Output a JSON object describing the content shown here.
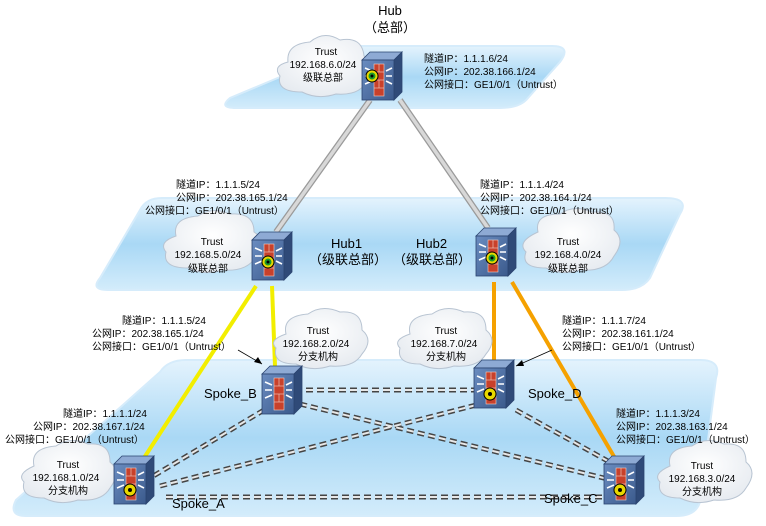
{
  "hub": {
    "name": "Hub",
    "role": "（总部）",
    "cloud": [
      "Trust",
      "192.168.6.0/24",
      "级联总部"
    ],
    "info": [
      "隧道IP：1.1.1.6/24",
      "公网IP：202.38.166.1/24",
      "公网接口：GE1/0/1（Untrust）"
    ]
  },
  "hub1": {
    "name": "Hub1",
    "role": "（级联总部）",
    "cloud": [
      "Trust",
      "192.168.5.0/24",
      "级联总部"
    ],
    "info": [
      "隧道IP：1.1.1.5/24",
      "公网IP：202.38.165.1/24",
      "公网接口：GE1/0/1（Untrust）"
    ]
  },
  "hub2": {
    "name": "Hub2",
    "role": "（级联总部）",
    "cloud": [
      "Trust",
      "192.168.4.0/24",
      "级联总部"
    ],
    "info": [
      "隧道IP：1.1.1.4/24",
      "公网IP：202.38.164.1/24",
      "公网接口：GE1/0/1（Untrust）"
    ]
  },
  "spoke_b": {
    "name": "Spoke_B",
    "cloud": [
      "Trust",
      "192.168.2.0/24",
      "分支机构"
    ],
    "info": [
      "隧道IP：1.1.1.5/24",
      "公网IP：202.38.165.1/24",
      "公网接口：GE1/0/1（Untrust）"
    ]
  },
  "spoke_d": {
    "name": "Spoke_D",
    "cloud": [
      "Trust",
      "192.168.7.0/24",
      "分支机构"
    ],
    "info": [
      "隧道IP：1.1.1.7/24",
      "公网IP：202.38.161.1/24",
      "公网接口：GE1/0/1（Untrust）"
    ]
  },
  "spoke_a": {
    "name": "Spoke_A",
    "cloud": [
      "Trust",
      "192.168.1.0/24",
      "分支机构"
    ],
    "info": [
      "隧道IP：1.1.1.1/24",
      "公网IP：202.38.167.1/24",
      "公网接口：GE1/0/1（Untrust）"
    ]
  },
  "spoke_c": {
    "name": "Spoke_C",
    "cloud": [
      "Trust",
      "192.168.3.0/24",
      "分支机构"
    ],
    "info": [
      "隧道IP：1.1.1.3/24",
      "公网IP：202.38.163.1/24",
      "公网接口：GE1/0/1（Untrust）"
    ]
  },
  "colors": {
    "plane_fill": "#9cd0f2",
    "plane_edge": "#cfe9fb",
    "device_body": "#4a6b9e",
    "device_dark": "#2d4675",
    "hub_link": "#c0c0c0",
    "yellow_link": "#f2ee00",
    "orange_link": "#f5a100",
    "dashed_link": "#555555"
  }
}
